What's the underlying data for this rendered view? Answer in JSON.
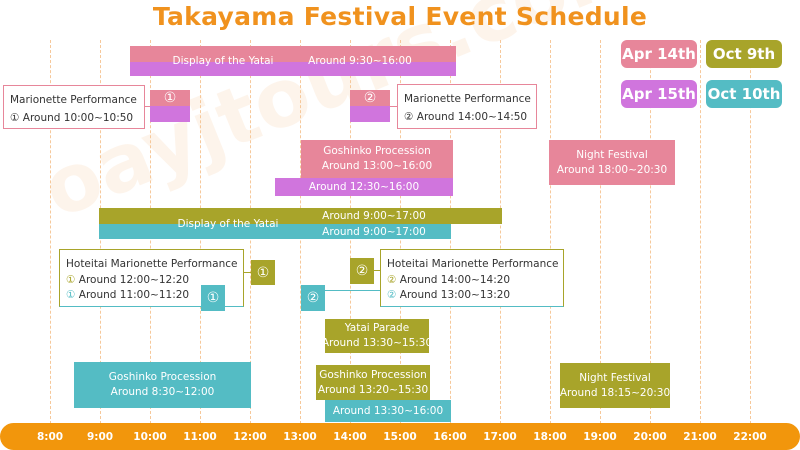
{
  "title": "Takayama Festival Event Schedule",
  "watermark": "oayjtours.com",
  "legend": [
    {
      "label": "Apr 14th",
      "color": "#e7869a"
    },
    {
      "label": "Oct 9th",
      "color": "#a8a42a"
    },
    {
      "label": "Apr 15th",
      "color": "#d075dd"
    },
    {
      "label": "Oct 10th",
      "color": "#54bcc4"
    }
  ],
  "spring": {
    "yatai_display": {
      "name": "Display of the Yatai",
      "time": "Around 9:30~16:00"
    },
    "marionette_1": {
      "badge": "①",
      "name": "Marionette Performance",
      "time_marker": "①",
      "time": "Around 10:00~10:50"
    },
    "marionette_2": {
      "badge": "②",
      "name": "Marionette Performance",
      "time_marker": "②",
      "time": "Around 14:00~14:50"
    },
    "goshinko": {
      "name": "Goshinko Procession",
      "time_day1": "Around 13:00~16:00",
      "time_day2": "Around 12:30~16:00"
    },
    "night_festival": {
      "name": "Night Festival",
      "time": "Around 18:00~20:30"
    }
  },
  "autumn": {
    "yatai_display": {
      "name": "Display of the Yatai",
      "time_day1": "Around 9:00~17:00",
      "time_day2": "Around 9:00~17:00"
    },
    "hoteitai_1": {
      "badge_day1": "①",
      "badge_day2": "①",
      "name": "Hoteitai Marionette Performance",
      "marker_day1": "①",
      "time_day1": "Around 12:00~12:20",
      "marker_day2": "①",
      "time_day2": "Around 11:00~11:20"
    },
    "hoteitai_2": {
      "badge_day1": "②",
      "badge_day2": "②",
      "name": "Hoteitai Marionette Performance",
      "marker_day1": "②",
      "time_day1": "Around 14:00~14:20",
      "marker_day2": "②",
      "time_day2": "Around 13:00~13:20"
    },
    "yatai_parade": {
      "name": "Yatai Parade",
      "time": "Around 13:30~15:30"
    },
    "goshinko_day2": {
      "name": "Goshinko Procession",
      "time": "Around 8:30~12:00"
    },
    "goshinko_day1": {
      "name": "Goshinko Procession",
      "time": "Around 13:20~15:30"
    },
    "goshinko_day2_b": {
      "time": "Around 13:30~16:00"
    },
    "night_festival": {
      "name": "Night Festival",
      "time": "Around 18:15~20:30"
    }
  },
  "timeline": [
    "8:00",
    "9:00",
    "10:00",
    "11:00",
    "12:00",
    "13:00",
    "14:00",
    "15:00",
    "16:00",
    "17:00",
    "18:00",
    "19:00",
    "20:00",
    "21:00",
    "22:00"
  ]
}
